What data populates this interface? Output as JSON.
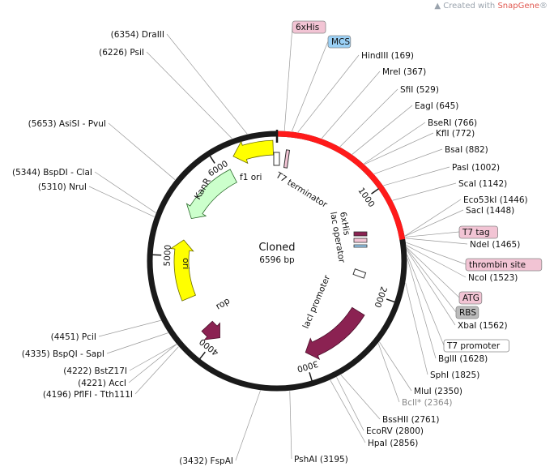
{
  "watermark": {
    "prefix": "Created with ",
    "brand": "SnapGene",
    "suffix": "®"
  },
  "plasmid": {
    "name": "Cloned",
    "length_label": "6596 bp",
    "length": 6596
  },
  "colors": {
    "backbone": "#1a1a1a",
    "insert": "#ff1a1a",
    "lacI": "#8b2252",
    "rop": "#8b2252",
    "KanR": "#ccffcc",
    "ori": "#ffff00",
    "f1_ori": "#ffff00",
    "leader": "#999999",
    "feature_box": "#f2c4d4",
    "mcs_box": "#9ad0f5",
    "rbs_box": "#bbbbbb"
  },
  "features": [
    {
      "name": "KanR",
      "start": 5430,
      "end": 6100,
      "ring": 118,
      "dir": "ccw",
      "fill": "#ccffcc",
      "stroke": "#2a6a2a"
    },
    {
      "name": "ori",
      "start": 4530,
      "end": 5180,
      "ring": 118,
      "dir": "cw",
      "fill": "#ffff00",
      "stroke": "#6a6a00"
    },
    {
      "name": "f1 ori",
      "start": 6180,
      "end": 6560,
      "ring": 140,
      "dir": "ccw",
      "fill": "#ffff00",
      "stroke": "#6a6a00"
    },
    {
      "name": "lacI",
      "start": 2230,
      "end": 2980,
      "ring": 118,
      "dir": "cw",
      "fill": "#8b2252",
      "stroke": "#4a0f2a"
    },
    {
      "name": "rop",
      "start": 3970,
      "end": 4160,
      "ring": 118,
      "dir": "ccw",
      "fill": "#8b2252",
      "stroke": "#4a0f2a"
    }
  ],
  "feature_labels": {
    "KanR": "KanR",
    "ori": "ori",
    "f1_ori": "f1 ori",
    "lacI": "lacI",
    "rop": "rop",
    "t7_terminator": "T7 terminator",
    "sixhis_inner": "6xHis",
    "lac_operator": "lac operator",
    "laci_promoter": "lacI promoter"
  },
  "ticks": [
    {
      "pos": 1000,
      "label": "1000"
    },
    {
      "pos": 2000,
      "label": "2000"
    },
    {
      "pos": 3000,
      "label": "3000"
    },
    {
      "pos": 4000,
      "label": "4000"
    },
    {
      "pos": 5000,
      "label": "5000"
    },
    {
      "pos": 6000,
      "label": "6000"
    }
  ],
  "sites": [
    {
      "name": "DraIII",
      "pos": 6354,
      "text": "(6354)  DraIII"
    },
    {
      "name": "PsiI",
      "pos": 6226,
      "text": "(6226)  PsiI"
    },
    {
      "name": "AsiSI-PvuI",
      "pos": 5653,
      "text": "(5653)  AsiSI - PvuI"
    },
    {
      "name": "BspDI-ClaI",
      "pos": 5344,
      "text": "(5344)  BspDI - ClaI"
    },
    {
      "name": "NruI",
      "pos": 5310,
      "text": "(5310)  NruI"
    },
    {
      "name": "PciI",
      "pos": 4451,
      "text": "(4451)  PciI"
    },
    {
      "name": "BspQI-SapI",
      "pos": 4335,
      "text": "(4335)  BspQI - SapI"
    },
    {
      "name": "BstZ17I",
      "pos": 4222,
      "text": "(4222)  BstZ17I"
    },
    {
      "name": "AccI",
      "pos": 4221,
      "text": "(4221)  AccI"
    },
    {
      "name": "PflFI-Tth111I",
      "pos": 4196,
      "text": "(4196)  PflFI - Tth111I"
    },
    {
      "name": "FspAI",
      "pos": 3432,
      "text": "(3432)  FspAI"
    },
    {
      "name": "PshAI",
      "pos": 3195,
      "text": "PshAI  (3195)"
    },
    {
      "name": "HpaI",
      "pos": 2856,
      "text": "HpaI  (2856)"
    },
    {
      "name": "EcoRV",
      "pos": 2800,
      "text": "EcoRV  (2800)"
    },
    {
      "name": "BssHII",
      "pos": 2761,
      "text": "BssHII  (2761)"
    },
    {
      "name": "BclI",
      "pos": 2364,
      "text": "BclI*  (2364)"
    },
    {
      "name": "MluI",
      "pos": 2350,
      "text": "MluI  (2350)"
    },
    {
      "name": "SphI",
      "pos": 1825,
      "text": "SphI  (1825)"
    },
    {
      "name": "BglII",
      "pos": 1628,
      "text": "BglII  (1628)"
    },
    {
      "name": "XbaI",
      "pos": 1562,
      "text": "XbaI  (1562)"
    },
    {
      "name": "NcoI",
      "pos": 1523,
      "text": "NcoI  (1523)"
    },
    {
      "name": "NdeI",
      "pos": 1465,
      "text": "NdeI  (1465)"
    },
    {
      "name": "SacI",
      "pos": 1448,
      "text": "SacI  (1448)"
    },
    {
      "name": "Eco53kI",
      "pos": 1446,
      "text": "Eco53kI  (1446)"
    },
    {
      "name": "ScaI",
      "pos": 1142,
      "text": "ScaI  (1142)"
    },
    {
      "name": "PasI",
      "pos": 1002,
      "text": "PasI  (1002)"
    },
    {
      "name": "BsaI",
      "pos": 882,
      "text": "BsaI  (882)"
    },
    {
      "name": "KflI",
      "pos": 772,
      "text": "KflI  (772)"
    },
    {
      "name": "BseRI",
      "pos": 766,
      "text": "BseRI  (766)"
    },
    {
      "name": "EagI",
      "pos": 645,
      "text": "EagI  (645)"
    },
    {
      "name": "SfiI",
      "pos": 529,
      "text": "SfiI  (529)"
    },
    {
      "name": "MreI",
      "pos": 367,
      "text": "MreI  (367)"
    },
    {
      "name": "HindIII",
      "pos": 169,
      "text": "HindIII  (169)"
    }
  ],
  "boxed_labels": [
    {
      "name": "6xHis",
      "text": "6xHis",
      "pos": 60,
      "color": "#f2c4d4"
    },
    {
      "name": "MCS",
      "text": "MCS",
      "pos": 120,
      "color": "#9ad0f5"
    },
    {
      "name": "T7 tag",
      "text": "T7 tag",
      "pos": 1455,
      "color": "#f2c4d4"
    },
    {
      "name": "thrombin site",
      "text": "thrombin site",
      "pos": 1500,
      "color": "#f2c4d4"
    },
    {
      "name": "ATG",
      "text": "ATG",
      "pos": 1540,
      "color": "#f2c4d4"
    },
    {
      "name": "RBS",
      "text": "RBS",
      "pos": 1550,
      "color": "#bbbbbb"
    },
    {
      "name": "T7 promoter",
      "text": "T7 promoter",
      "pos": 1600,
      "color": "#ffffff"
    }
  ]
}
